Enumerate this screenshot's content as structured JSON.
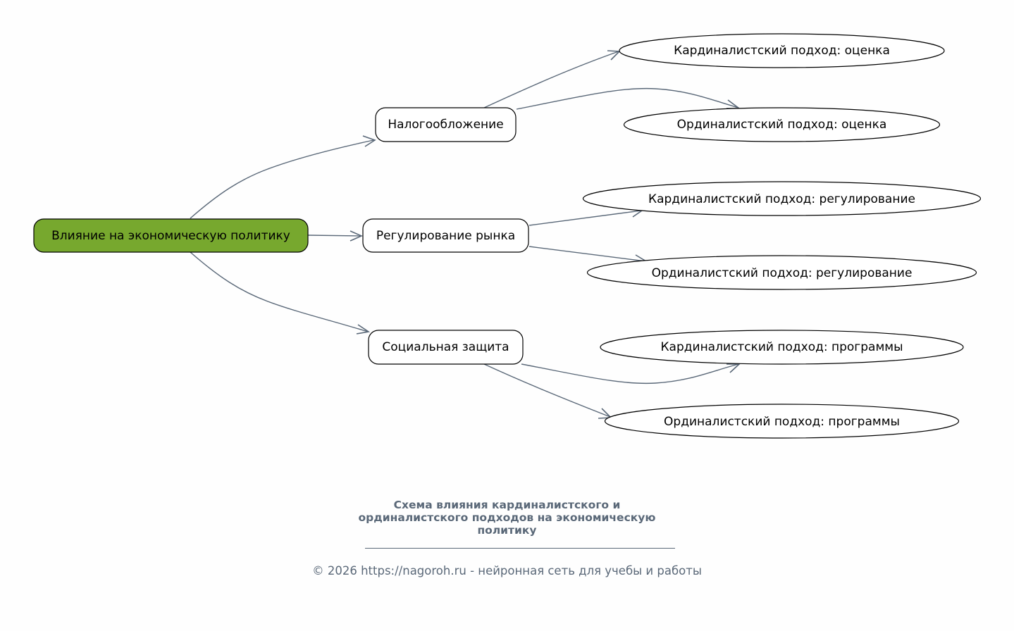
{
  "diagram": {
    "root": {
      "id": "root",
      "label": "Влияние на экономическую политику",
      "fill": "#77a82e"
    },
    "branches": [
      {
        "id": "tax",
        "label": "Налогообложение"
      },
      {
        "id": "market",
        "label": "Регулирование рынка"
      },
      {
        "id": "social",
        "label": "Социальная защита"
      }
    ],
    "leaves": [
      {
        "id": "tax-card",
        "parent": "tax",
        "label": "Кардиналистский подход: оценка"
      },
      {
        "id": "tax-ord",
        "parent": "tax",
        "label": "Ординалистский подход: оценка"
      },
      {
        "id": "market-card",
        "parent": "market",
        "label": "Кардиналистский подход: регулирование"
      },
      {
        "id": "market-ord",
        "parent": "market",
        "label": "Ординалистский подход: регулирование"
      },
      {
        "id": "social-card",
        "parent": "social",
        "label": "Кардиналистский подход: программы"
      },
      {
        "id": "social-ord",
        "parent": "social",
        "label": "Ординалистский подход: программы"
      }
    ],
    "edges": [
      {
        "from": "root",
        "to": "tax"
      },
      {
        "from": "root",
        "to": "market"
      },
      {
        "from": "root",
        "to": "social"
      },
      {
        "from": "tax",
        "to": "tax-card"
      },
      {
        "from": "tax",
        "to": "tax-ord"
      },
      {
        "from": "market",
        "to": "market-card"
      },
      {
        "from": "market",
        "to": "market-ord"
      },
      {
        "from": "social",
        "to": "social-card"
      },
      {
        "from": "social",
        "to": "social-ord"
      }
    ],
    "edge_color": "#5a6878"
  },
  "caption": {
    "title": "Схема влияния кардиналистского и ординалистского подходов на экономическую политику",
    "footer": "© 2026 https://nagoroh.ru - нейронная сеть для учебы и работы"
  }
}
